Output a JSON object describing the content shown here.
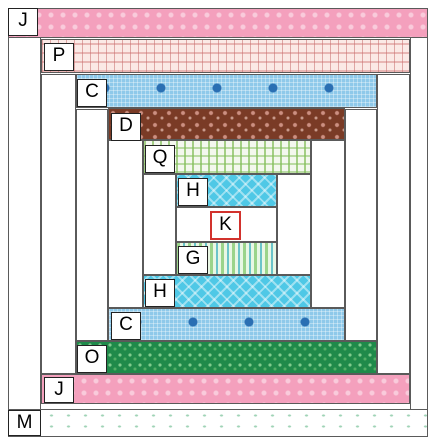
{
  "labels": {
    "J_top": "J",
    "P": "P",
    "C_top": "C",
    "D": "D",
    "Q": "Q",
    "H_top": "H",
    "K": "K",
    "G": "G",
    "H_bottom": "H",
    "C_bottom": "C",
    "O": "O",
    "J_bottom": "J",
    "M": "M"
  },
  "fabrics": {
    "J": "pink",
    "P": "pink-plaid",
    "C": "blue-floral",
    "D": "brown",
    "Q": "green-check",
    "H": "turquoise",
    "K": "white",
    "G": "green-stripe",
    "O": "dark-green",
    "M": "mint-dot"
  },
  "colors": {
    "pink": "#f4a0bd",
    "blue": "#8ec9ea",
    "brown": "#7a3b26",
    "turquoise": "#4fc8e6",
    "green": "#1f8a4a",
    "outline": "#5a5a5a",
    "center_border": "#d2322d"
  }
}
